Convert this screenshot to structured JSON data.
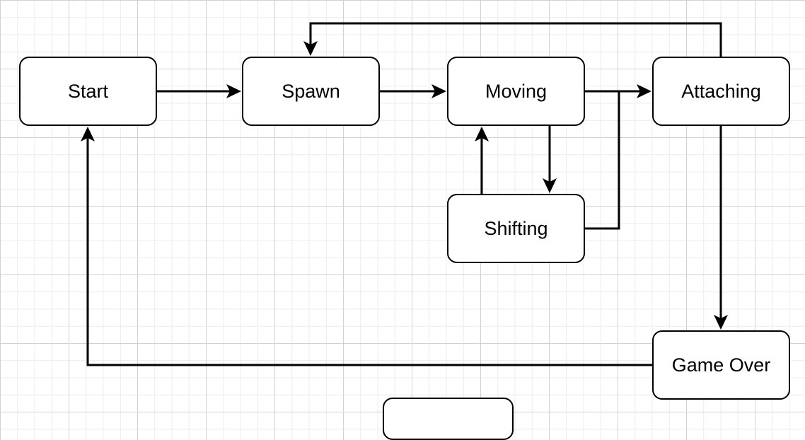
{
  "diagram": {
    "type": "state-machine",
    "nodes": [
      {
        "id": "start",
        "label": "Start"
      },
      {
        "id": "spawn",
        "label": "Spawn"
      },
      {
        "id": "moving",
        "label": "Moving"
      },
      {
        "id": "attaching",
        "label": "Attaching"
      },
      {
        "id": "shifting",
        "label": "Shifting"
      },
      {
        "id": "game_over",
        "label": "Game Over"
      },
      {
        "id": "partial_offscreen",
        "label": ""
      }
    ],
    "edges": [
      {
        "from": "start",
        "to": "spawn"
      },
      {
        "from": "spawn",
        "to": "moving"
      },
      {
        "from": "moving",
        "to": "attaching"
      },
      {
        "from": "moving",
        "to": "shifting"
      },
      {
        "from": "shifting",
        "to": "moving"
      },
      {
        "from": "shifting",
        "to": "attaching"
      },
      {
        "from": "attaching",
        "to": "spawn"
      },
      {
        "from": "attaching",
        "to": "game_over"
      },
      {
        "from": "game_over",
        "to": "start"
      }
    ]
  }
}
